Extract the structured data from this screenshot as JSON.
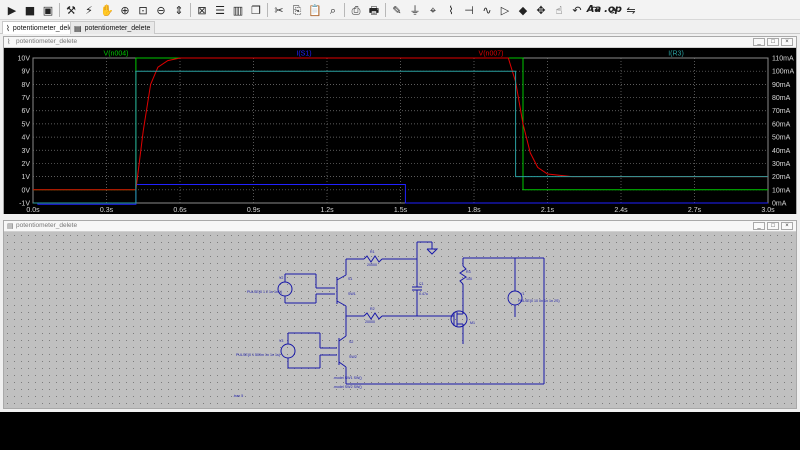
{
  "toolbar": {
    "icons": [
      "run-icon",
      "halt-icon",
      "save-icon",
      "control-panel-icon",
      "run-marker-icon",
      "pan-icon",
      "zoom-in-icon",
      "zoom-extents-icon",
      "zoom-out-icon",
      "autorange-icon",
      "zoom-cancel-icon",
      "tile-horizontal-icon",
      "tile-vertical-icon",
      "cascade-icon",
      "cut-icon",
      "copy-icon",
      "paste-icon",
      "find-icon",
      "print-icon",
      "print-preview-icon",
      "pencil-icon",
      "ground-icon",
      "label-icon",
      "resistor-icon",
      "capacitor-icon",
      "inductor-icon",
      "diode-icon",
      "component-icon",
      "move-icon",
      "drag-icon",
      "undo-icon",
      "redo-icon",
      "rotate-icon",
      "mirror-icon",
      "text-icon",
      "spice-directive-icon"
    ],
    "text_aa": "Aa",
    "text_op": ".op"
  },
  "tabs": [
    {
      "label": "potentiometer_delete",
      "active": true
    },
    {
      "label": "potentiometer_delete",
      "active": false
    }
  ],
  "plot_window": {
    "title": "potentiometer_delete"
  },
  "schematic_window": {
    "title": "potentiometer_delete"
  },
  "chart_data": {
    "type": "line",
    "series": [
      {
        "name": "V(n004)",
        "color": "#00c800",
        "axis": "left",
        "x": [
          0,
          0.42,
          0.42,
          1.6,
          2.0,
          2.0,
          3.0
        ],
        "y": [
          0,
          0,
          10,
          10,
          10,
          0,
          0
        ]
      },
      {
        "name": "I(S1)",
        "color": "#2020ff",
        "axis": "right",
        "x": [
          0,
          0.02,
          0.02,
          0.42,
          0.42,
          1.52,
          1.52,
          3.0
        ],
        "y": [
          0,
          0,
          -1,
          -1,
          14,
          14,
          0,
          0
        ]
      },
      {
        "name": "V(n007)",
        "color": "#e00000",
        "axis": "left",
        "x": [
          0,
          0.42,
          0.45,
          0.48,
          0.51,
          0.55,
          0.6,
          0.7,
          1.94,
          1.97,
          2.0,
          2.03,
          2.06,
          2.1,
          2.2,
          3.0
        ],
        "y": [
          0,
          0,
          4.5,
          8.0,
          9.3,
          9.8,
          10,
          10,
          10,
          8.2,
          5.0,
          2.8,
          1.7,
          1.2,
          1.0,
          1.0
        ]
      },
      {
        "name": "I(R3)",
        "color": "#2aa0a0",
        "axis": "right",
        "x": [
          0,
          0.42,
          0.42,
          1.97,
          1.97,
          3.0
        ],
        "y": [
          0,
          0,
          100,
          100,
          20,
          20
        ]
      }
    ],
    "xlabel": "",
    "ylabel": "",
    "xlim": [
      0,
      3.0
    ],
    "xticks": [
      "0.0s",
      "0.3s",
      "0.6s",
      "0.9s",
      "1.2s",
      "1.5s",
      "1.8s",
      "2.1s",
      "2.4s",
      "2.7s",
      "3.0s"
    ],
    "ylim": [
      -1,
      10
    ],
    "yticks": [
      "10V",
      "9V",
      "8V",
      "7V",
      "6V",
      "5V",
      "4V",
      "3V",
      "2V",
      "1V",
      "0V",
      "-1V"
    ],
    "y2lim": [
      0,
      110
    ],
    "y2ticks": [
      "110mA",
      "100mA",
      "90mA",
      "80mA",
      "70mA",
      "60mA",
      "50mA",
      "40mA",
      "30mA",
      "20mA",
      "10mA",
      "0mA"
    ],
    "grid": true,
    "legend_placement": "top"
  },
  "schematic": {
    "v2_name": "V2",
    "v2_value": "PULSE(0 1 2 1n 1n 1)",
    "v3_name": "V3",
    "v3_value": "PULSE(0 1 500m 1n 1n 1s)",
    "s1_name": "S1",
    "s1_model": "SW1",
    "s2_name": "S2",
    "s2_model": "SW2",
    "r1_name": "R1",
    "r1_value": "20000",
    "r2_name": "R2",
    "r2_value": "20000",
    "r3_name": "R3",
    "r3_value": "100",
    "c1_name": "C1",
    "c1_value": "0.47u",
    "m1_name": "M1",
    "v1_name": "V1",
    "v1_value": "PULSE(0 10 0n 1n 1n 2S)",
    "model1": ".model SW1 SW()",
    "model2": ".model SW2 SW()",
    "tran": ".tran 5"
  }
}
